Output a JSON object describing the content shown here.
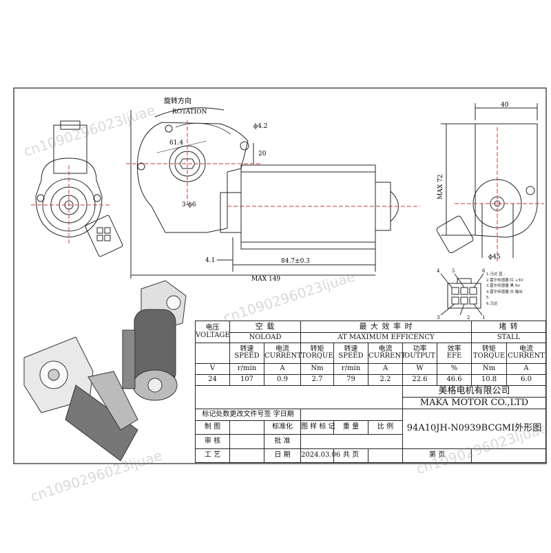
{
  "drawing": {
    "rotation_cn": "旋转方向",
    "rotation_en": "ROTATION",
    "dim_phi42": "ϕ4.2",
    "dim_614": "61.4",
    "dim_20": "20",
    "dim_3phi": "3-ϕ6",
    "dim_41": "4.1",
    "dim_847": "84.7±0.3",
    "dim_max149": "MAX 149",
    "dim_40": "40",
    "dim_max72": "MAX 72",
    "dim_phi45": "ϕ45",
    "pins_top": [
      "4",
      "5",
      "6"
    ],
    "pins_bottom": [
      "3",
      "2",
      "1"
    ]
  },
  "notes": [
    "1.马达 蓝 -",
    "2.霍尔传感器 红 +5V",
    "3.霍尔传感器 黑 0V",
    "4.霍尔传感器 白 输出",
    "5.",
    "6.马达"
  ],
  "table": {
    "voltage_cn": "电压",
    "voltage_en": "VOLTAGE",
    "noload_cn": "空 载",
    "noload_en": "NOLOAD",
    "maxeff_cn": "最 大 效 率 时",
    "maxeff_en": "AT MAXIMUM EFFICENCY",
    "stall_cn": "堵 转",
    "stall_en": "STALL",
    "headers_cn": [
      "转速",
      "电流",
      "转矩",
      "转速",
      "电流",
      "功率",
      "效率",
      "转矩",
      "电流"
    ],
    "headers_en": [
      "SPEED",
      "CURRENT",
      "TORQUE",
      "SPEED",
      "CURRENT",
      "OUTPUT",
      "EFE",
      "TORQUE",
      "CURRENT"
    ],
    "units": [
      "V",
      "r/min",
      "A",
      "Nm",
      "r/min",
      "A",
      "W",
      "%",
      "Nm",
      "A"
    ],
    "values": [
      "24",
      "107",
      "0.9",
      "2.7",
      "79",
      "2.2",
      "22.6",
      "46.6",
      "10.8",
      "6.0"
    ],
    "company_cn": "美格电机有限公司",
    "company_en": "MAKA MOTOR CO.,LTD",
    "part_no": "94A10JH-N0939BCGMI外形图",
    "rev_row": "标记处数更改文件号签 字日期",
    "row_zhitu": "制 图",
    "row_biaozhunhua": "标准化",
    "row_tuyang": "图 样 标 记",
    "row_zhongliang": "重 量",
    "row_bili": "比 例",
    "row_shenhe": "审 核",
    "row_pizhun": "批 准",
    "row_gongyi": "工 艺",
    "row_riqi": "日 期",
    "date": "2024.03.06",
    "gong_ye": "共    页",
    "di_ye": "第    页"
  },
  "watermark": "cn1090296023ljuae"
}
